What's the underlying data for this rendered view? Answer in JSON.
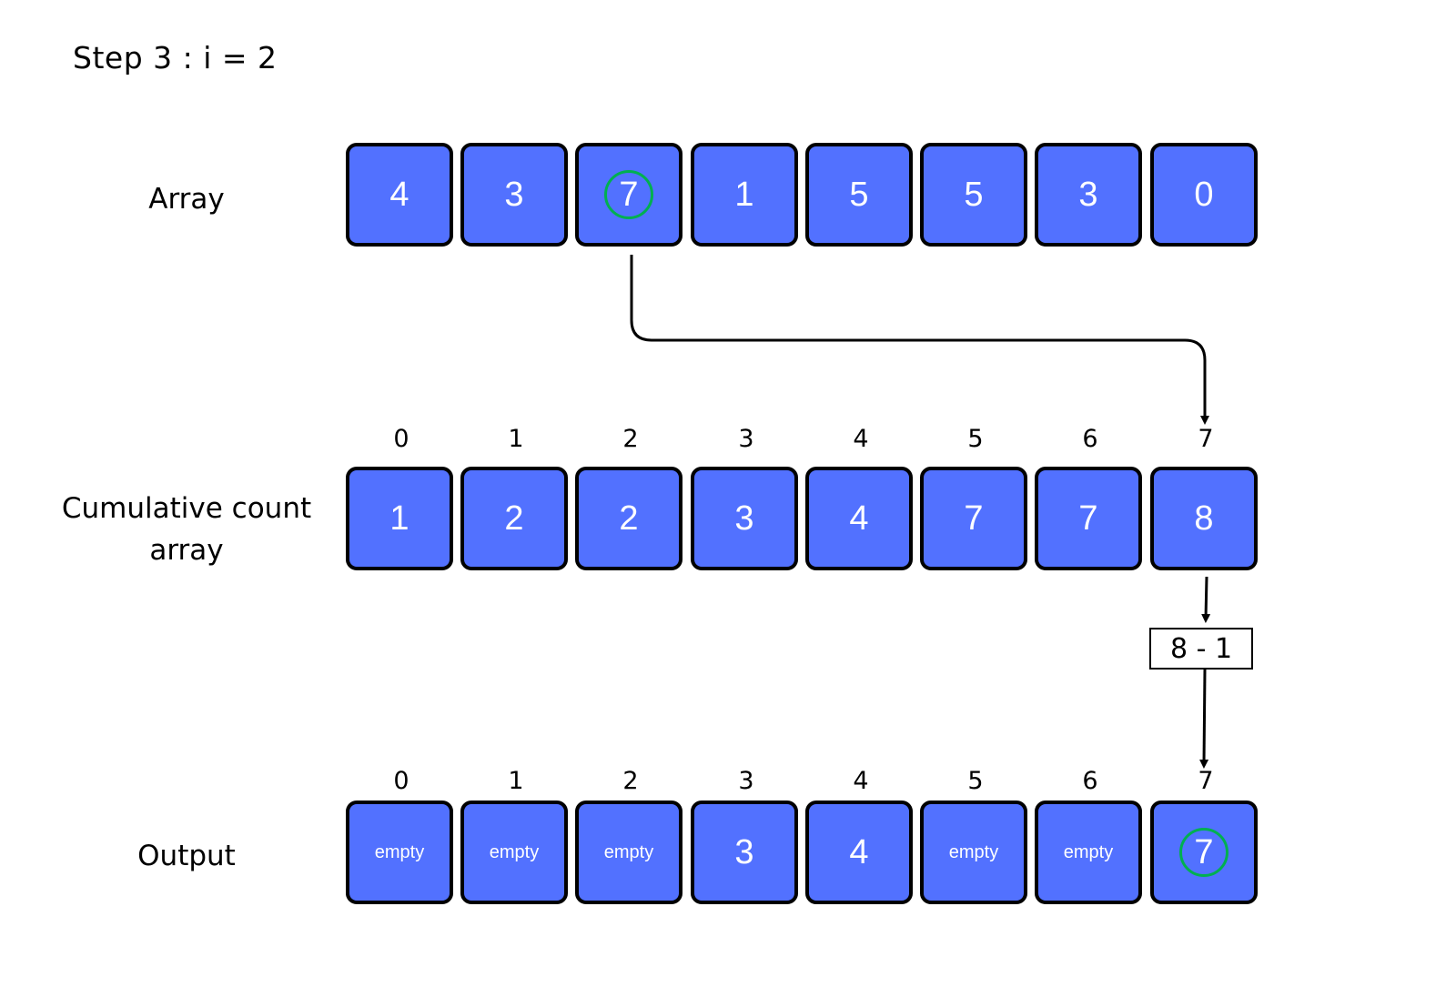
{
  "title": "Step 3 : i = 2",
  "rows": {
    "array": {
      "label": "Array",
      "cells": [
        "4",
        "3",
        "7",
        "1",
        "5",
        "5",
        "3",
        "0"
      ],
      "highlight_index": 2
    },
    "cumulative": {
      "label_line1": "Cumulative count",
      "label_line2": "array",
      "indices": [
        "0",
        "1",
        "2",
        "3",
        "4",
        "5",
        "6",
        "7"
      ],
      "cells": [
        "1",
        "2",
        "2",
        "3",
        "4",
        "7",
        "7",
        "8"
      ]
    },
    "output": {
      "label": "Output",
      "indices": [
        "0",
        "1",
        "2",
        "3",
        "4",
        "5",
        "6",
        "7"
      ],
      "cells": [
        "empty",
        "empty",
        "empty",
        "3",
        "4",
        "empty",
        "empty",
        "7"
      ],
      "highlight_index": 7
    }
  },
  "calculation": "8 - 1",
  "colors": {
    "cell_fill": "#5271ff",
    "highlight_circle": "#00b050"
  }
}
